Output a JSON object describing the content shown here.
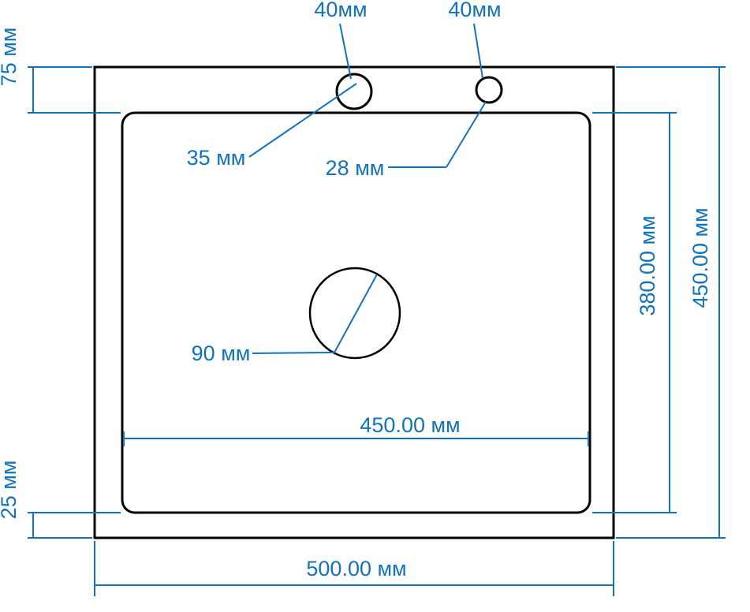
{
  "colors": {
    "outline": "#000000",
    "dimension": "#1373b9",
    "background": "#ffffff"
  },
  "labels": {
    "top_hole_left": "40мм",
    "top_hole_right": "40мм",
    "rim_top": "75 мм",
    "hole_left_diameter": "35 мм",
    "hole_right_diameter": "28 мм",
    "drain_diameter": "90 мм",
    "bowl_width": "450.00 мм",
    "bowl_height": "380.00 мм",
    "rim_bottom": "25 мм",
    "overall_width": "500.00 мм",
    "overall_height": "450.00 мм"
  }
}
